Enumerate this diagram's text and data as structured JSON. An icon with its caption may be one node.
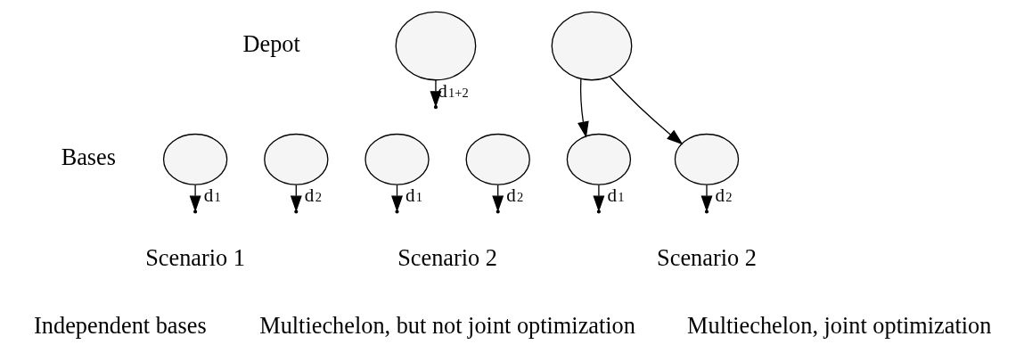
{
  "diagram": {
    "nodes": [
      {
        "text": [],
        "shape": "circle"
      },
      {
        "text": [],
        "shape": "circle"
      },
      {
        "text": [],
        "shape": "circle"
      },
      {
        "text": [],
        "shape": "circle"
      },
      {
        "text": [],
        "shape": "circle"
      },
      {
        "text": [],
        "shape": "circle"
      },
      {
        "text": [],
        "shape": "circle"
      },
      {
        "text": [],
        "shape": "circle"
      }
    ],
    "edges": [
      {
        "from": 0,
        "to": null,
        "arrow": "to",
        "label": "d$_{1}$"
      },
      {
        "from": 1,
        "to": null,
        "arrow": "to",
        "label": "d$_{2}$"
      },
      {
        "from": 2,
        "to": null,
        "arrow": "to",
        "label": "d$_{1+2}$"
      },
      {
        "from": 3,
        "to": null,
        "arrow": "to",
        "label": "d$_{1}$"
      },
      {
        "from": 4,
        "to": null,
        "arrow": "to",
        "label": "d$_{2}$"
      },
      {
        "from": 5,
        "to": 6,
        "arrow": "to"
      },
      {
        "from": 5,
        "to": 7,
        "arrow": "to"
      },
      {
        "from": 6,
        "to": null,
        "arrow": "to",
        "label": "d$_{1}$"
      },
      {
        "from": 7,
        "to": null,
        "arrow": "to",
        "label": "d$_{2}$"
      }
    ],
    "labels": [
      "Depot",
      "Bases",
      "Scenario 1",
      "Independent bases",
      "Scenario 2",
      "Multiechelon, but not joint optimization",
      "Scenario 2",
      "Multiechelon, joint optimization"
    ]
  }
}
